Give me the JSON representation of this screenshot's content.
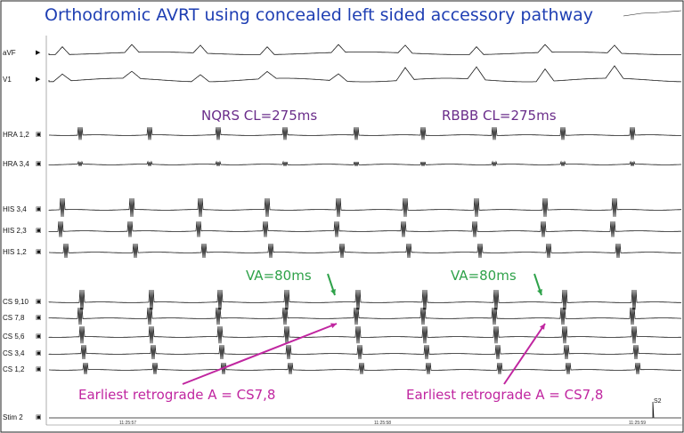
{
  "title": "Orthodromic AVRT using concealed left sided accessory pathway",
  "channels": [
    {
      "label": "aVF"
    },
    {
      "label": "V1"
    },
    {
      "label": "HRA 1,2"
    },
    {
      "label": "HRA 3,4"
    },
    {
      "label": "HIS 3,4"
    },
    {
      "label": "HIS 2,3"
    },
    {
      "label": "HIS 1,2"
    },
    {
      "label": "CS 9,10"
    },
    {
      "label": "CS 7,8"
    },
    {
      "label": "CS 5,6"
    },
    {
      "label": "CS 3,4"
    },
    {
      "label": "CS 1,2"
    },
    {
      "label": "Stim 2"
    }
  ],
  "annotations": {
    "nqrs_cl": "NQRS CL=275ms",
    "rbbb_cl": "RBBB CL=275ms",
    "va_left": "VA=80ms",
    "va_right": "VA=80ms",
    "earliest_left": "Earliest retrograde A = CS7,8",
    "earliest_right": "Earliest retrograde A = CS7,8"
  },
  "stim_marker": "S2",
  "timestamps": [
    "11:25:57",
    "11:25:58",
    "11:25:59"
  ],
  "colors": {
    "title": "#1f3fb3",
    "cycle_length_text": "#6a2d8a",
    "va_text": "#2fa24a",
    "retrograde_text": "#c026a0",
    "trace": "#1a1a1a"
  }
}
